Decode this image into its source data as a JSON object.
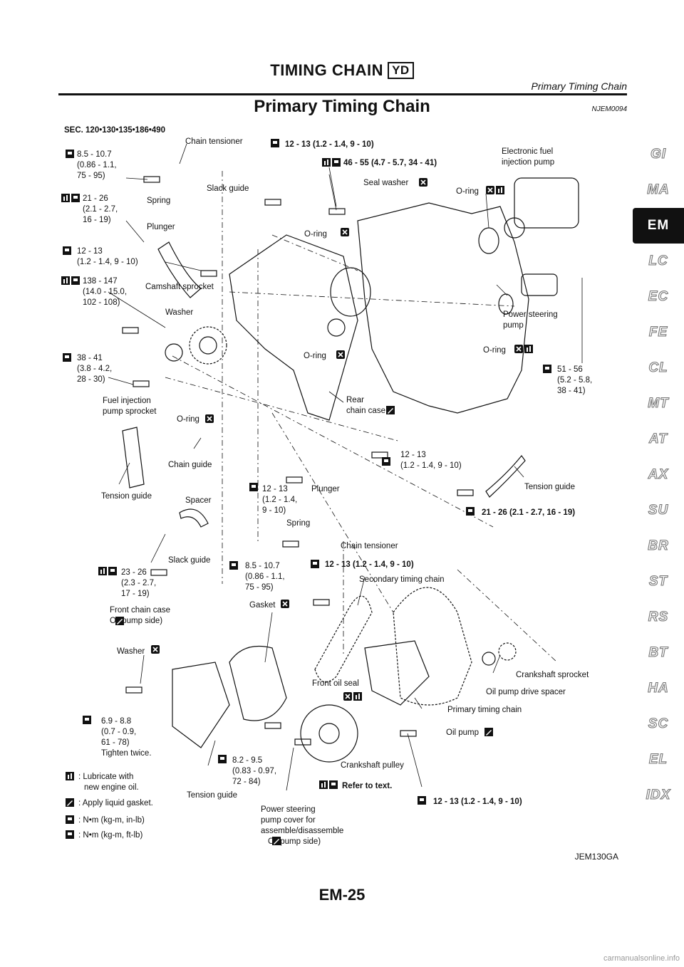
{
  "header": {
    "title": "TIMING CHAIN",
    "badge": "YD",
    "subtitle": "Primary Timing Chain"
  },
  "section": {
    "title": "Primary Timing Chain",
    "code": "NJEM0094",
    "sec_ref": "SEC. 120•130•135•186•490"
  },
  "labels": {
    "chain_tensioner_top": "Chain tensioner",
    "t_85_107_a": [
      "8.5 - 10.7",
      "(0.86 - 1.1,",
      "75 - 95)"
    ],
    "t_21_26_a": [
      "21 - 26",
      "(2.1 - 2.7,",
      "16 - 19)"
    ],
    "spring_top": "Spring",
    "slack_guide_top": "Slack guide",
    "plunger_top": "Plunger",
    "t_12_13_a": [
      "12 - 13",
      "(1.2 - 1.4, 9 - 10)"
    ],
    "t_138_147": [
      "138 - 147",
      "(14.0 - 15.0,",
      "102 - 108)"
    ],
    "camshaft_sprocket": "Camshaft sprocket",
    "washer_top": "Washer",
    "t_38_41": [
      "38 - 41",
      "(3.8 - 4.2,",
      "28 - 30)"
    ],
    "fuel_injection_sprocket": [
      "Fuel injection",
      "pump sprocket"
    ],
    "t_12_13_top": "12 - 13 (1.2 - 1.4, 9 - 10)",
    "t_46_55": "46 - 55 (4.7 - 5.7, 34 - 41)",
    "seal_washer": "Seal washer",
    "o_ring_1": "O-ring",
    "o_ring_2": "O-ring",
    "electronic_pump": [
      "Electronic fuel",
      "injection pump"
    ],
    "power_steering_pump": [
      "Power steering",
      "pump"
    ],
    "o_ring_3": "O-ring",
    "o_ring_4": "O-ring",
    "t_51_56": [
      "51 - 56",
      "(5.2 - 5.8,",
      "38 - 41)"
    ],
    "rear_chain_case": [
      "Rear",
      "chain case"
    ],
    "o_ring_5": "O-ring",
    "tension_guide_left": "Tension guide",
    "chain_guide": "Chain guide",
    "t_12_13_b": [
      "12 - 13",
      "(1.2 - 1.4, 9 - 10)"
    ],
    "tension_guide_right": "Tension guide",
    "t_12_13_c": [
      "12 - 13",
      "(1.2 - 1.4,",
      "9 - 10)"
    ],
    "plunger_mid": "Plunger",
    "spacer": "Spacer",
    "t_21_26_b": "21 - 26 (2.1 - 2.7, 16 - 19)",
    "spring_mid": "Spring",
    "chain_tensioner_mid": "Chain tensioner",
    "slack_guide_mid": "Slack guide",
    "t_23_26": [
      "23 - 26",
      "(2.3 - 2.7,",
      "17 - 19)"
    ],
    "t_85_107_b": [
      "8.5 - 10.7",
      "(0.86 - 1.1,",
      "75 - 95)"
    ],
    "t_12_13_d": "12 - 13 (1.2 - 1.4, 9 - 10)",
    "secondary_chain": "Secondary timing chain",
    "front_chain_case": [
      "Front chain case",
      "Oil pump side)"
    ],
    "gasket": "Gasket",
    "washer_low": "Washer",
    "crankshaft_sprocket": "Crankshaft sprocket",
    "oil_pump_spacer": "Oil pump drive spacer",
    "front_oil_seal": "Front oil seal",
    "primary_chain": "Primary timing chain",
    "t_69_88": [
      "6.9 - 8.8",
      "(0.7 - 0.9,",
      "61 - 78)",
      "Tighten twice."
    ],
    "oil_pump": "Oil pump",
    "t_82_95": [
      "8.2 - 9.5",
      "(0.83 - 0.97,",
      "72 - 84)"
    ],
    "crankshaft_pulley": "Crankshaft pulley",
    "refer": "Refer to text.",
    "tension_guide_low": "Tension guide",
    "ps_cover": [
      "Power steering",
      "pump cover for",
      "assemble/disassemble",
      "Oil pump side)"
    ],
    "t_12_13_e": "12 - 13 (1.2 - 1.4, 9 - 10)"
  },
  "legend": {
    "lubricate": [
      ": Lubricate with",
      "new engine oil."
    ],
    "liquid_gasket": ": Apply liquid gasket.",
    "nm_in": ": N•m (kg-m, in-lb)",
    "nm_ft": ": N•m (kg-m, ft-lb)"
  },
  "figure_id": "JEM130GA",
  "page_number": "EM-25",
  "side_tabs": [
    "GI",
    "MA",
    "EM",
    "LC",
    "EC",
    "FE",
    "CL",
    "MT",
    "AT",
    "AX",
    "SU",
    "BR",
    "ST",
    "RS",
    "BT",
    "HA",
    "SC",
    "EL",
    "IDX"
  ],
  "active_tab": "EM",
  "footer_site": "carmanualsonline.info"
}
